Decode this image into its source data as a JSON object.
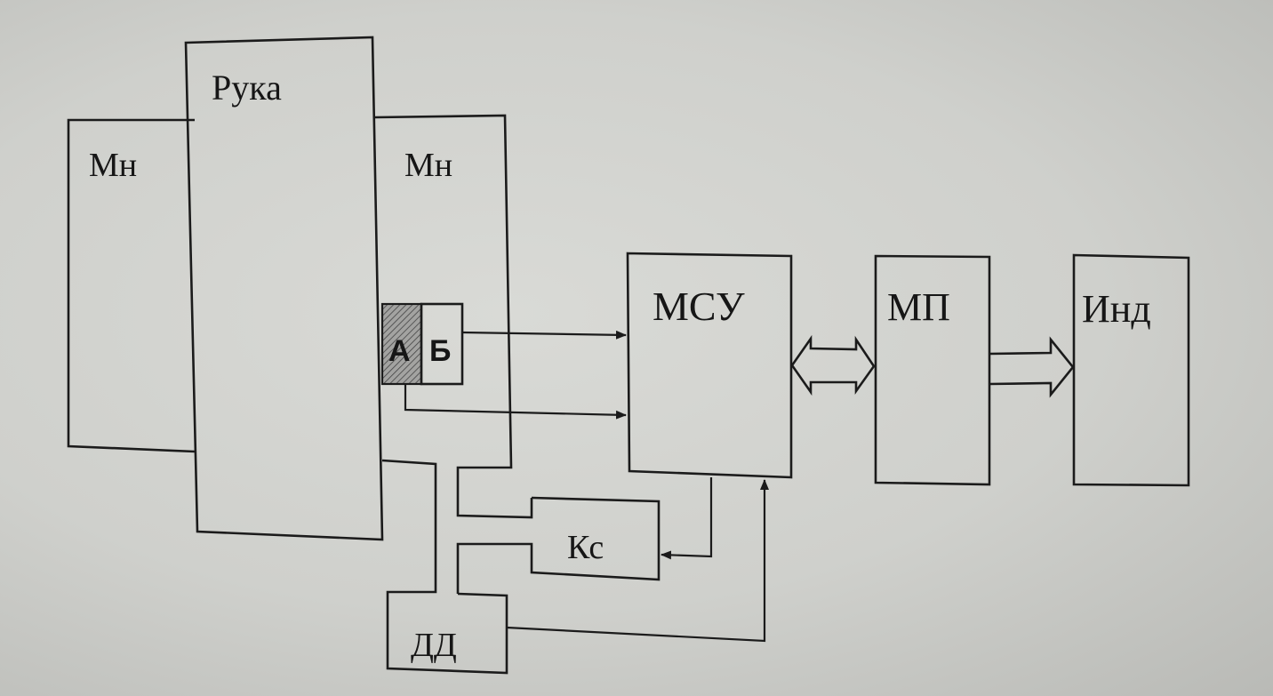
{
  "labels": {
    "mn_left": "Мн",
    "ruka": "Рука",
    "mn_right": "Мн",
    "a": "А",
    "b": "Б",
    "msu": "МСУ",
    "mp": "МП",
    "ind": "Инд",
    "ks": "Кс",
    "dd": "ДД"
  },
  "connections": [
    {
      "from": "Б",
      "to": "МСУ",
      "kind": "arrow"
    },
    {
      "from": "А",
      "to": "МСУ",
      "kind": "arrow"
    },
    {
      "from": "МСУ",
      "to": "МП",
      "kind": "double-hollow-arrow"
    },
    {
      "from": "МП",
      "to": "Инд",
      "kind": "hollow-arrow"
    },
    {
      "from": "МСУ",
      "to": "Кс",
      "kind": "arrow"
    },
    {
      "from": "ДД",
      "to": "МСУ",
      "kind": "arrow"
    }
  ],
  "colors": {
    "ink": "#1b1b1b",
    "paper": "#d4d5d1",
    "hatch_fill": "#8f8f8f"
  }
}
